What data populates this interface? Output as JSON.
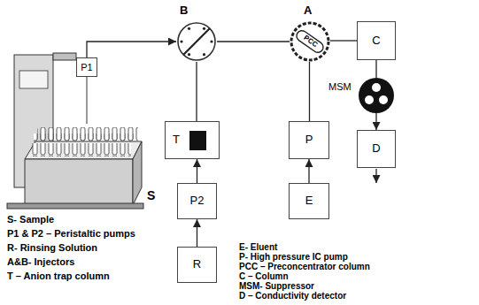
{
  "diagram": {
    "nodes": [
      {
        "text": [
          "S"
        ]
      },
      {
        "text": [
          "P1"
        ],
        "in": 0
      },
      {
        "text": [
          "B"
        ]
      },
      {
        "text": [
          "A",
          "PCC"
        ]
      },
      {
        "text": [
          "C"
        ]
      },
      {
        "text": [
          "T"
        ]
      },
      {
        "text": [
          "MSM"
        ]
      },
      {
        "text": [
          "P"
        ]
      },
      {
        "text": [
          "D"
        ]
      },
      {
        "text": [
          "P2"
        ]
      },
      {
        "text": [
          "E"
        ]
      },
      {
        "text": [
          "R"
        ]
      }
    ],
    "edges": [
      {
        "from": 1,
        "to": 2,
        "arrow": "to"
      },
      {
        "from": 2,
        "to": 3,
        "arrow": "none"
      },
      {
        "from": 3,
        "to": 4,
        "arrow": "none"
      },
      {
        "from": 5,
        "to": 2,
        "arrow": "none"
      },
      {
        "from": 9,
        "to": 5,
        "arrow": "to"
      },
      {
        "from": 11,
        "to": 9,
        "arrow": "to"
      },
      {
        "from": 7,
        "to": 3,
        "arrow": "none"
      },
      {
        "from": 10,
        "to": 7,
        "arrow": "to"
      },
      {
        "from": 4,
        "to": 6,
        "arrow": "none"
      },
      {
        "from": 6,
        "to": 8,
        "arrow": "to"
      }
    ],
    "labels": [
      "S- Sample",
      "P1 & P2 – Peristaltic pumps",
      "R- Rinsing Solution",
      "A&B- Injectors",
      "T – Anion trap column",
      "E- Eluent",
      "P- High pressure IC pump",
      "PCC – Preconcentrator column",
      "C – Column",
      "MSM- Suppressor",
      "D – Conductivity detector"
    ]
  }
}
